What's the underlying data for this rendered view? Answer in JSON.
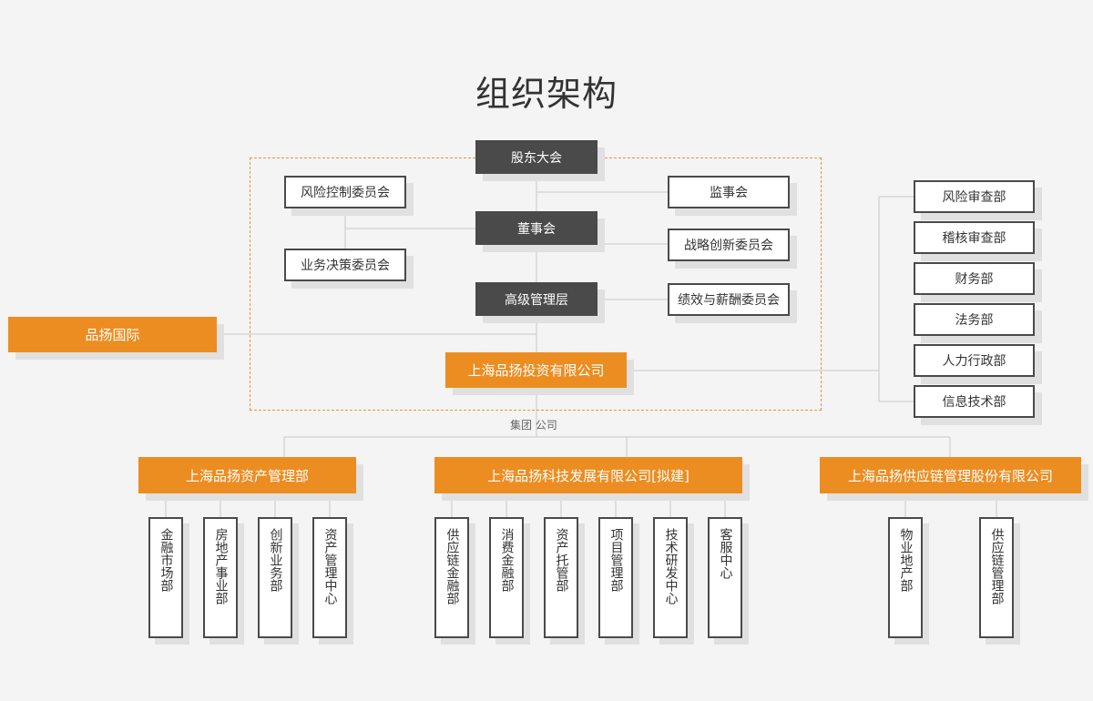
{
  "title": "组织架构",
  "colors": {
    "accent": "#ec8d22",
    "dark": "#4a4a4a",
    "line": "#c8c8c8",
    "background": "#f4f4f4"
  },
  "governance": {
    "shareholders": "股东大会",
    "board": "董事会",
    "senior_management": "高级管理层",
    "supervisory_board": "监事会",
    "risk_committee": "风险控制委员会",
    "business_committee": "业务决策委员会",
    "strategy_committee": "战略创新委员会",
    "compensation_committee": "绩效与薪酬委员会"
  },
  "pinyang_international": "品扬国际",
  "shanghai_investment": "上海品扬投资有限公司",
  "group_note": "集团  公司",
  "functional_departments": [
    "风险审查部",
    "稽核审查部",
    "财务部",
    "法务部",
    "人力行政部",
    "信息技术部"
  ],
  "subsidiaries": [
    {
      "name": "上海品扬资产管理部",
      "units": [
        "金融市场部",
        "房地产事业部",
        "创新业务部",
        "资产管理中心"
      ]
    },
    {
      "name": "上海品扬科技发展有限公司[拟建]",
      "units": [
        "供应链金融部",
        "消费金融部",
        "资产托管部",
        "项目管理部",
        "技术研发中心",
        "客服中心"
      ]
    },
    {
      "name": "上海品扬供应链管理股份有限公司",
      "units": [
        "物业地产部",
        "供应链管理部"
      ]
    }
  ]
}
